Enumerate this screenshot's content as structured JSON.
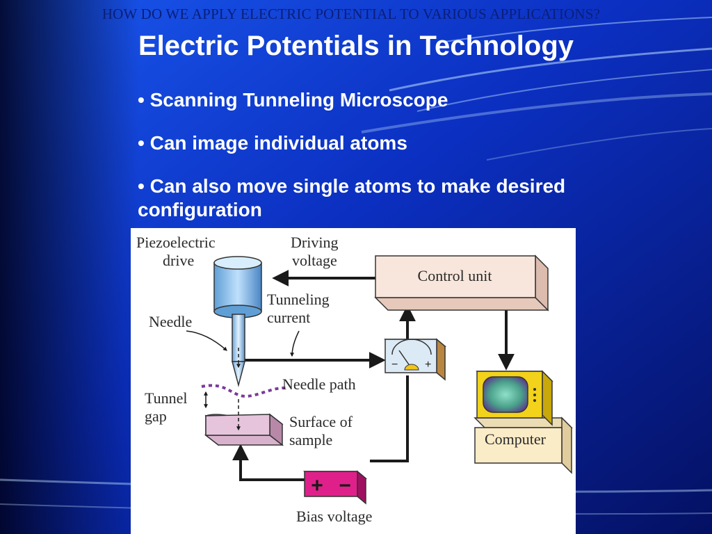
{
  "slide": {
    "header_question": "HOW DO WE APPLY ELECTRIC POTENTIAL TO VARIOUS APPLICATIONS?",
    "title": "Electric Potentials in Technology",
    "bullets": [
      "Scanning Tunneling Microscope",
      "Can image individual atoms",
      "Can also move single atoms to make desired configuration"
    ]
  },
  "diagram": {
    "labels": {
      "piezo_line1": "Piezoelectric",
      "piezo_line2": "drive",
      "driving_line1": "Driving",
      "driving_line2": "voltage",
      "control_unit": "Control unit",
      "tunneling_line1": "Tunneling",
      "tunneling_line2": "current",
      "needle": "Needle",
      "needle_path": "Needle path",
      "tunnel_line1": "Tunnel",
      "tunnel_line2": "gap",
      "surface_line1": "Surface of",
      "surface_line2": "sample",
      "computer": "Computer",
      "bias_voltage": "Bias voltage",
      "plus": "+",
      "minus": "−",
      "meter_minus": "−",
      "meter_plus": "+"
    }
  },
  "colors": {
    "background_blue": "#0a2fb8",
    "title_white": "#ffffff",
    "header_navy": "#0a1e7a",
    "control_unit_fill": "#f8e6dc",
    "computer_fill": "#fbecc8",
    "monitor_yellow": "#f2d21a",
    "bias_magenta": "#e0208a",
    "needle_path_purple": "#7a3a9a"
  }
}
